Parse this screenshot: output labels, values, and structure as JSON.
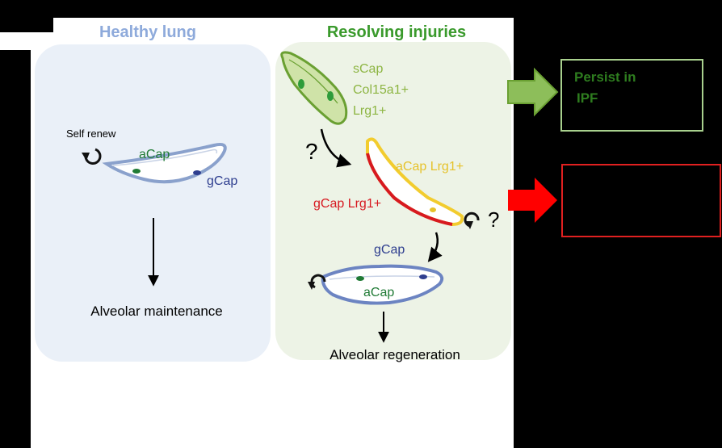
{
  "panels": {
    "healthy": {
      "title": "Healthy lung",
      "self_renew": "Self renew",
      "acap": "aCap",
      "gcap": "gCap",
      "outcome": "Alveolar maintenance"
    },
    "resolving": {
      "title": "Resolving injuries",
      "scap_lines": [
        "sCap",
        "Col15a1+",
        "Lrg1+"
      ],
      "question_1": "?",
      "acap_lrg1": "aCap Lrg1+",
      "gcap_lrg1": "gCap Lrg1+",
      "question_2": "?",
      "gcap": "gCap",
      "acap": "aCap",
      "outcome": "Alveolar regeneration"
    }
  },
  "side_boxes": {
    "persist": {
      "lines": [
        "Persist in",
        "IPF"
      ]
    },
    "red_box": {
      "lines": []
    }
  },
  "colors": {
    "healthy_title": "#8EAADB",
    "resolving_title": "#3A9A2C",
    "healthy_panel_bg": "#EAF0F8",
    "resolving_panel_bg": "#EDF3E6",
    "acap_label": "#1F7A34",
    "gcap_label": "#2E3E8F",
    "scap_label": "#8DB543",
    "acap_lrg1_label": "#E6C22A",
    "gcap_lrg1_label": "#D71920",
    "green_arrow": "#8DBE5A",
    "red_arrow": "#FF0000",
    "persist_text": "#2E7D1F"
  }
}
